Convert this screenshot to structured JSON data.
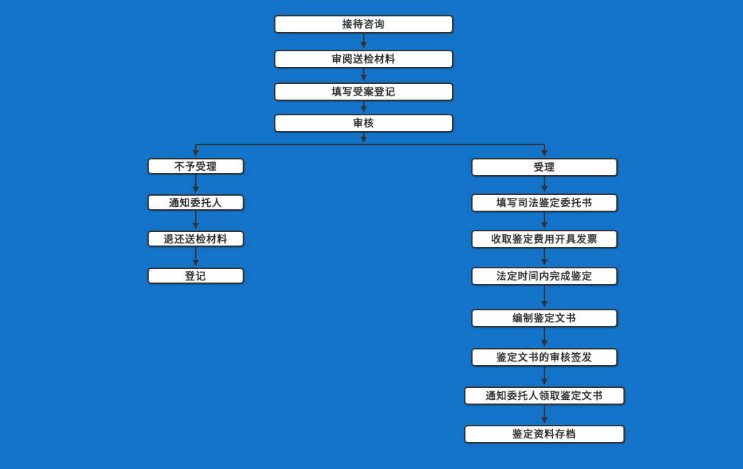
{
  "diagram": {
    "type": "flowchart",
    "description": "Judicial appraisal acceptance workflow on blue background",
    "colors": {
      "background": "#1273c9",
      "node_fill": "#ffffff",
      "node_border": "#333333",
      "node_text": "#333333",
      "connector": "#333333"
    }
  },
  "nodes": {
    "top": [
      {
        "label": "接待咨询"
      },
      {
        "label": "审阅送检材料"
      },
      {
        "label": "填写受案登记"
      },
      {
        "label": "审核"
      }
    ],
    "left": [
      {
        "label": "不予受理"
      },
      {
        "label": "通知委托人"
      },
      {
        "label": "退还送检材料"
      },
      {
        "label": "登记"
      }
    ],
    "right": [
      {
        "label": "受理"
      },
      {
        "label": "填写司法鉴定委托书"
      },
      {
        "label": "收取鉴定费用开具发票"
      },
      {
        "label": "法定时间内完成鉴定"
      },
      {
        "label": "编制鉴定文书"
      },
      {
        "label": "鉴定文书的审核签发"
      },
      {
        "label": "通知委托人领取鉴定文书"
      },
      {
        "label": "鉴定资料存档"
      }
    ]
  },
  "edges": {
    "main_chain": [
      "接待咨询 → 审阅送检材料",
      "审阅送检材料 → 填写受案登记",
      "填写受案登记 → 审核",
      "审核 → 分支"
    ],
    "branch_left": [
      "分支 → 不予受理",
      "不予受理 → 通知委托人",
      "通知委托人 → 退还送检材料",
      "退还送检材料 → 登记"
    ],
    "branch_right": [
      "分支 → 受理",
      "受理 → 填写司法鉴定委托书",
      "填写司法鉴定委托书 → 收取鉴定费用开具发票",
      "收取鉴定费用开具发票 → 法定时间内完成鉴定",
      "法定时间内完成鉴定 → 编制鉴定文书",
      "编制鉴定文书 → 鉴定文书的审核签发",
      "鉴定文书的审核签发 → 通知委托人领取鉴定文书",
      "通知委托人领取鉴定文书 → 鉴定资料存档"
    ]
  }
}
